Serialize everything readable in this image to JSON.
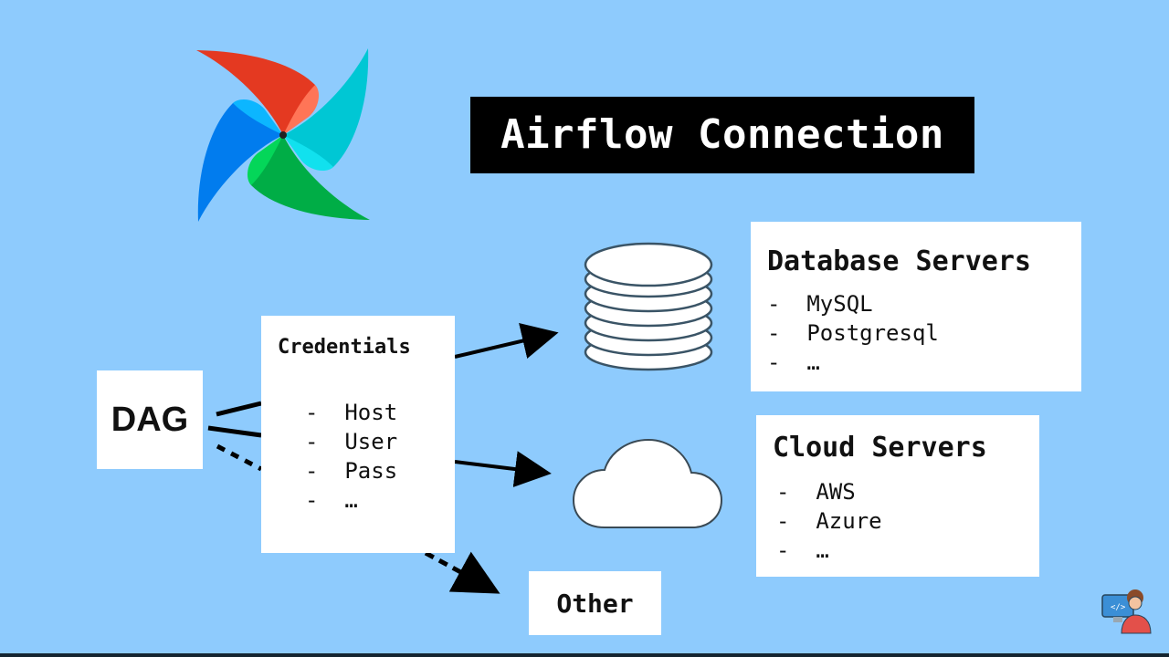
{
  "title": "Airflow Connection",
  "logo": {
    "name": "airflow-pinwheel-logo",
    "colors": [
      "#e43921",
      "#ff7557",
      "#00c7d4",
      "#11e1ee",
      "#04d659",
      "#00ad46",
      "#017cee",
      "#0cb6ff"
    ]
  },
  "dag": {
    "label": "DAG"
  },
  "credentials": {
    "title": "Credentials",
    "items": [
      "-  Host",
      "-  User",
      "-  Pass",
      "-  …"
    ]
  },
  "database": {
    "title": "Database Servers",
    "items": [
      "-  MySQL",
      "-  Postgresql",
      "-  …"
    ]
  },
  "cloud": {
    "title": "Cloud Servers",
    "items": [
      "-  AWS",
      "-  Azure",
      "-  …"
    ]
  },
  "other": {
    "label": "Other"
  },
  "colors": {
    "background": "#8ecbfd",
    "title_bg": "#000000",
    "box_bg": "#ffffff",
    "arrow": "#000000"
  }
}
